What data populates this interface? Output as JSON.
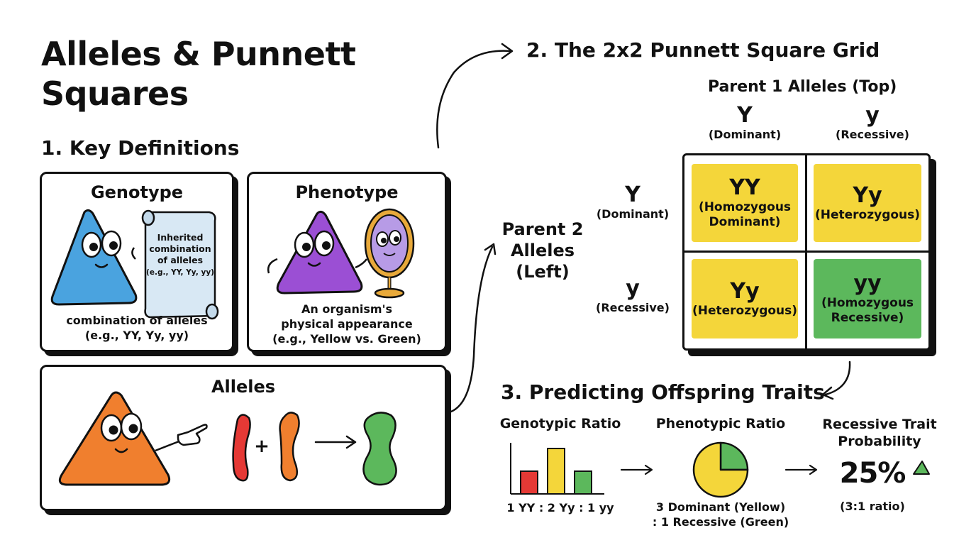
{
  "title_line1": "Alleles & Punnett",
  "title_line2": "Squares",
  "section1": {
    "heading": "1. Key Definitions"
  },
  "genotype": {
    "title": "Genotype",
    "scroll_text": [
      "Inherited",
      "combination",
      "of alleles",
      "(e.g., YY, Yy, yy)"
    ],
    "caption_line1": "combination of alleles",
    "caption_line2": "(e.g., YY, Yy, yy)"
  },
  "phenotype": {
    "title": "Phenotype",
    "caption_line1": "An organism's",
    "caption_line2": "physical appearance",
    "caption_line3": "(e.g., Yellow vs. Green)"
  },
  "alleles": {
    "title": "Alleles",
    "plus": "+"
  },
  "section2": {
    "heading": "2. The 2x2 Punnett Square Grid",
    "parent1_label": "Parent 1 Alleles (Top)",
    "parent2_label": [
      "Parent 2",
      "Alleles",
      "(Left)"
    ],
    "top_alleles": [
      {
        "symbol": "Y",
        "type": "(Dominant)"
      },
      {
        "symbol": "y",
        "type": "(Recessive)"
      }
    ],
    "left_alleles": [
      {
        "symbol": "Y",
        "type": "(Dominant)"
      },
      {
        "symbol": "y",
        "type": "(Recessive)"
      }
    ],
    "cells": [
      {
        "genotype": "YY",
        "desc": [
          "(Homozygous",
          "Dominant)"
        ],
        "color": "#f4d63a"
      },
      {
        "genotype": "Yy",
        "desc": [
          "(Heterozygous)"
        ],
        "color": "#f4d63a"
      },
      {
        "genotype": "Yy",
        "desc": [
          "(Heterozygous)"
        ],
        "color": "#f4d63a"
      },
      {
        "genotype": "yy",
        "desc": [
          "(Homozygous",
          "Recessive)"
        ],
        "color": "#5cb85c"
      }
    ]
  },
  "section3": {
    "heading": "3. Predicting Offspring Traits",
    "genotypic": {
      "title": "Genotypic Ratio",
      "caption": "1 YY : 2 Yy : 1 yy"
    },
    "phenotypic": {
      "title": "Phenotypic Ratio",
      "caption_line1": "3 Dominant (Yellow)",
      "caption_line2": ": 1 Recessive (Green)"
    },
    "recessive": {
      "title_line1": "Recessive Trait",
      "title_line2": "Probability",
      "value": "25%",
      "caption": "(3:1 ratio)"
    }
  },
  "chart_data": [
    {
      "type": "bar",
      "categories": [
        "YY",
        "Yy",
        "yy"
      ],
      "values": [
        1,
        2,
        1
      ],
      "colors": [
        "#e53935",
        "#f4d63a",
        "#5cb85c"
      ]
    },
    {
      "type": "pie",
      "categories": [
        "Dominant (Yellow)",
        "Recessive (Green)"
      ],
      "values": [
        3,
        1
      ],
      "colors": [
        "#f4d63a",
        "#5cb85c"
      ]
    }
  ],
  "colors": {
    "yellow": "#f4d63a",
    "green": "#5cb85c",
    "red": "#e53935",
    "blue": "#4aa3df",
    "purple": "#9b4fd4",
    "orange": "#f07f2e"
  }
}
